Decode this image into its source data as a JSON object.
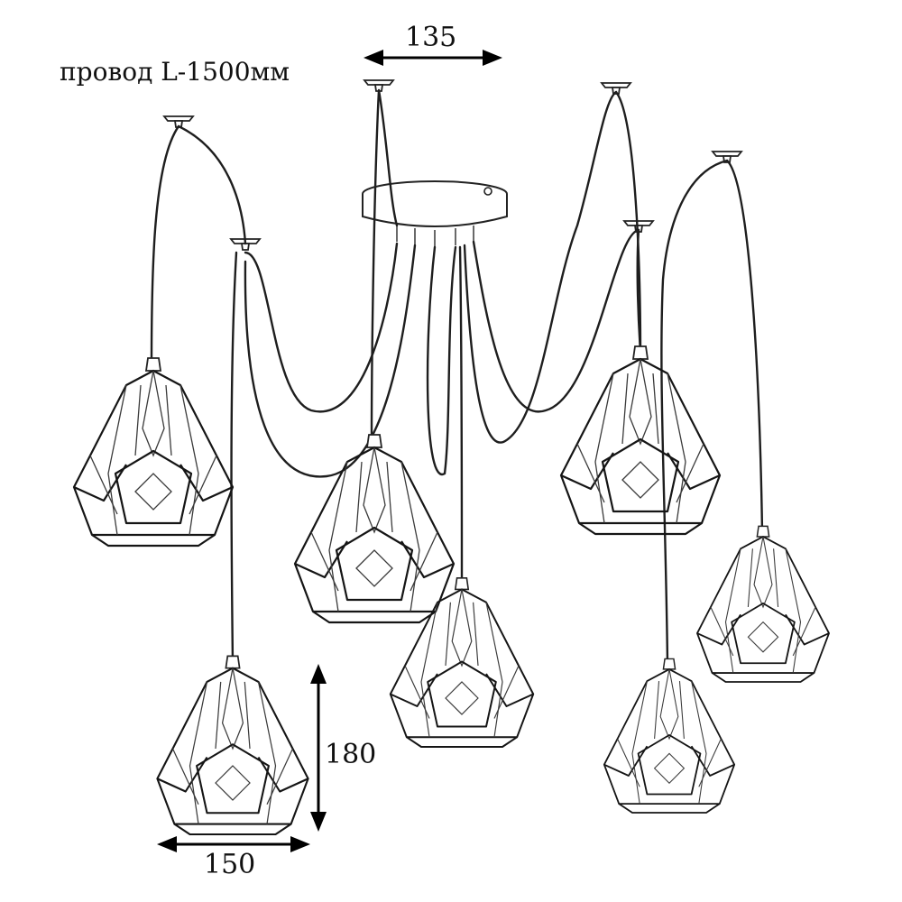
{
  "wire_note": "провод L-1500мм",
  "dimensions": {
    "canopy_diameter": "135",
    "shade_height": "180",
    "shade_width": "150"
  },
  "lamps": [
    {
      "cord_from": "hook-left-top"
    },
    {
      "cord_from": "hook-center-top"
    },
    {
      "cord_from": "canopy"
    },
    {
      "cord_from": "hook-right-top"
    },
    {
      "cord_from": "hook-far-right"
    },
    {
      "cord_from": "hook-left-lower"
    },
    {
      "cord_from": "hook-right-lower"
    }
  ]
}
